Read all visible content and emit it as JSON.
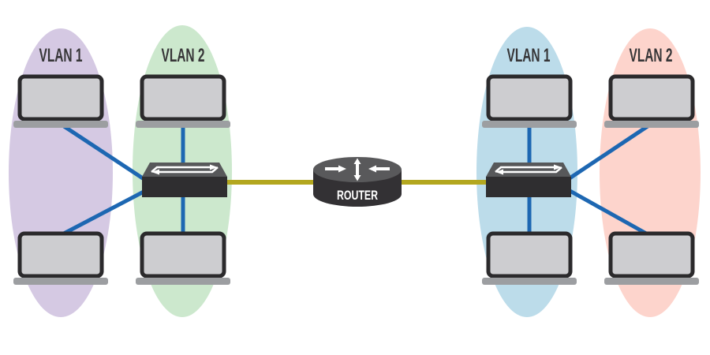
{
  "diagram": {
    "type": "network-topology",
    "description": "Two switches, each serving VLAN 1 and VLAN 2 laptops, connected through a central router",
    "background": "#ffffff",
    "vlan_groups": [
      {
        "side": "left",
        "label": "VLAN 1",
        "color": "#d5c9e3"
      },
      {
        "side": "left",
        "label": "VLAN 2",
        "color": "#cce8cd"
      },
      {
        "side": "right",
        "label": "VLAN 1",
        "color": "#bcdcea"
      },
      {
        "side": "right",
        "label": "VLAN 2",
        "color": "#fdd4cc"
      }
    ],
    "router": {
      "label": "ROUTER"
    },
    "label_color": "#363537",
    "link_colors": {
      "access": "#1d67b2",
      "trunk": "#b3a71f"
    },
    "device_colors": {
      "switch_top": "#57585a",
      "switch_front": "#2f2e30",
      "router_top": "#59595b",
      "router_body": "#333134",
      "laptop_border": "#2b2a2c",
      "laptop_screen": "#cdcdd0",
      "laptop_base": "#9c9ea1",
      "arrow": "#ffffff"
    },
    "device_counts": {
      "switches": 2,
      "laptops": 8,
      "routers": 1
    }
  }
}
